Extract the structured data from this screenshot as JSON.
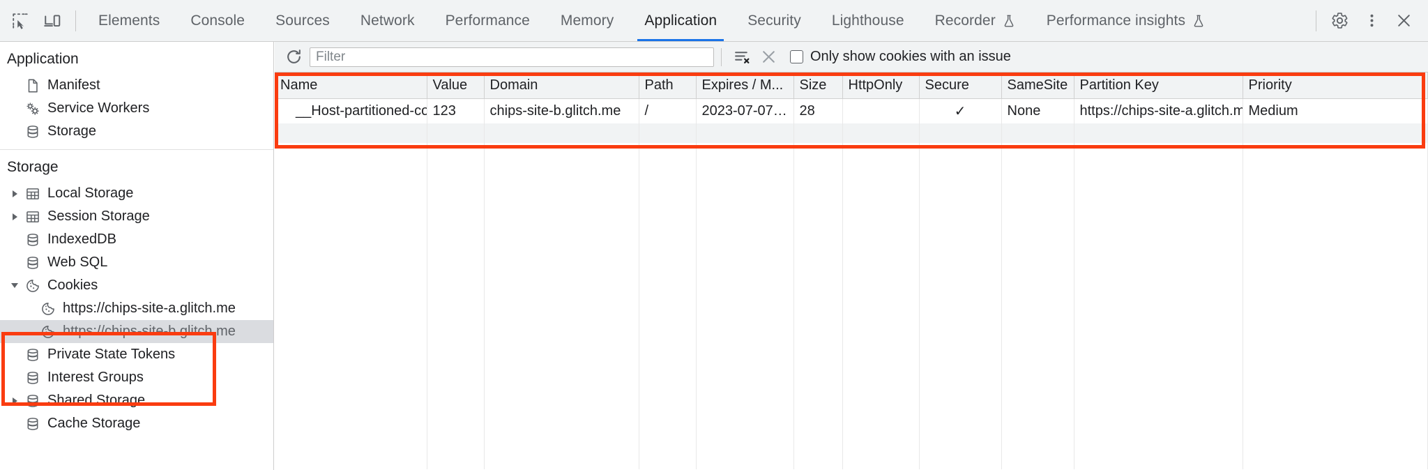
{
  "toolbar": {
    "icons": [
      {
        "name": "inspect-element-icon",
        "label": "Inspect element"
      },
      {
        "name": "device-toolbar-icon",
        "label": "Toggle device toolbar"
      }
    ],
    "tabs": [
      {
        "label": "Elements",
        "active": false,
        "flask": false
      },
      {
        "label": "Console",
        "active": false,
        "flask": false
      },
      {
        "label": "Sources",
        "active": false,
        "flask": false
      },
      {
        "label": "Network",
        "active": false,
        "flask": false
      },
      {
        "label": "Performance",
        "active": false,
        "flask": false
      },
      {
        "label": "Memory",
        "active": false,
        "flask": false
      },
      {
        "label": "Application",
        "active": true,
        "flask": false
      },
      {
        "label": "Security",
        "active": false,
        "flask": false
      },
      {
        "label": "Lighthouse",
        "active": false,
        "flask": false
      },
      {
        "label": "Recorder",
        "active": false,
        "flask": true
      },
      {
        "label": "Performance insights",
        "active": false,
        "flask": true
      }
    ],
    "right_icons": [
      {
        "name": "settings-gear-icon",
        "label": "Settings"
      },
      {
        "name": "more-options-icon",
        "label": "Customize and control DevTools"
      },
      {
        "name": "close-devtools-icon",
        "label": "Close DevTools"
      }
    ]
  },
  "sidebar": {
    "application_section": {
      "title": "Application",
      "items": [
        {
          "label": "Manifest",
          "icon": "manifest-document-icon",
          "twisty": "none",
          "indent": 1,
          "selected": false
        },
        {
          "label": "Service Workers",
          "icon": "service-workers-gears-icon",
          "twisty": "none",
          "indent": 1,
          "selected": false
        },
        {
          "label": "Storage",
          "icon": "database-icon",
          "twisty": "none",
          "indent": 1,
          "selected": false
        }
      ]
    },
    "storage_section": {
      "title": "Storage",
      "items": [
        {
          "label": "Local Storage",
          "icon": "table-icon",
          "twisty": "right",
          "indent": 1,
          "selected": false
        },
        {
          "label": "Session Storage",
          "icon": "table-icon",
          "twisty": "right",
          "indent": 1,
          "selected": false
        },
        {
          "label": "IndexedDB",
          "icon": "database-icon",
          "twisty": "none",
          "indent": 1,
          "selected": false
        },
        {
          "label": "Web SQL",
          "icon": "database-icon",
          "twisty": "none",
          "indent": 1,
          "selected": false
        },
        {
          "label": "Cookies",
          "icon": "cookie-icon",
          "twisty": "down",
          "indent": 1,
          "selected": false
        },
        {
          "label": "https://chips-site-a.glitch.me",
          "icon": "cookie-icon",
          "twisty": "none",
          "indent": 2,
          "selected": false
        },
        {
          "label": "https://chips-site-b.glitch.me",
          "icon": "cookie-icon",
          "twisty": "none",
          "indent": 2,
          "selected": true
        },
        {
          "label": "Private State Tokens",
          "icon": "database-icon",
          "twisty": "none",
          "indent": 1,
          "selected": false
        },
        {
          "label": "Interest Groups",
          "icon": "database-icon",
          "twisty": "none",
          "indent": 1,
          "selected": false
        },
        {
          "label": "Shared Storage",
          "icon": "database-icon",
          "twisty": "right",
          "indent": 1,
          "selected": false
        },
        {
          "label": "Cache Storage",
          "icon": "database-icon",
          "twisty": "none",
          "indent": 1,
          "selected": false
        }
      ]
    }
  },
  "filterbar": {
    "refresh_icon": "refresh-icon",
    "filter_placeholder": "Filter",
    "filter_value": "",
    "clear_filtered_icon": "clear-filtered-cookies-icon",
    "delete_icon": "delete-selected-cookie-icon",
    "checkbox_label": "Only show cookies with an issue",
    "checkbox_checked": false
  },
  "table": {
    "columns": [
      "Name",
      "Value",
      "Domain",
      "Path",
      "Expires / M...",
      "Size",
      "HttpOnly",
      "Secure",
      "SameSite",
      "Partition Key",
      "Priority"
    ],
    "rows": [
      {
        "Name": "__Host-partitioned-cookie",
        "Value": "123",
        "Domain": "chips-site-b.glitch.me",
        "Path": "/",
        "Expires / M...": "2023-07-07…",
        "Size": "28",
        "HttpOnly": "",
        "Secure": "✓",
        "SameSite": "None",
        "Partition Key": "https://chips-site-a.glitch.me",
        "Priority": "Medium"
      }
    ]
  },
  "annotations": {
    "highlight_color": "#fa3c10",
    "boxes": [
      {
        "name": "cookie-table-highlight",
        "label": "Cookie table row highlight"
      },
      {
        "name": "cookies-tree-highlight",
        "label": "Cookies tree selection highlight"
      }
    ]
  }
}
